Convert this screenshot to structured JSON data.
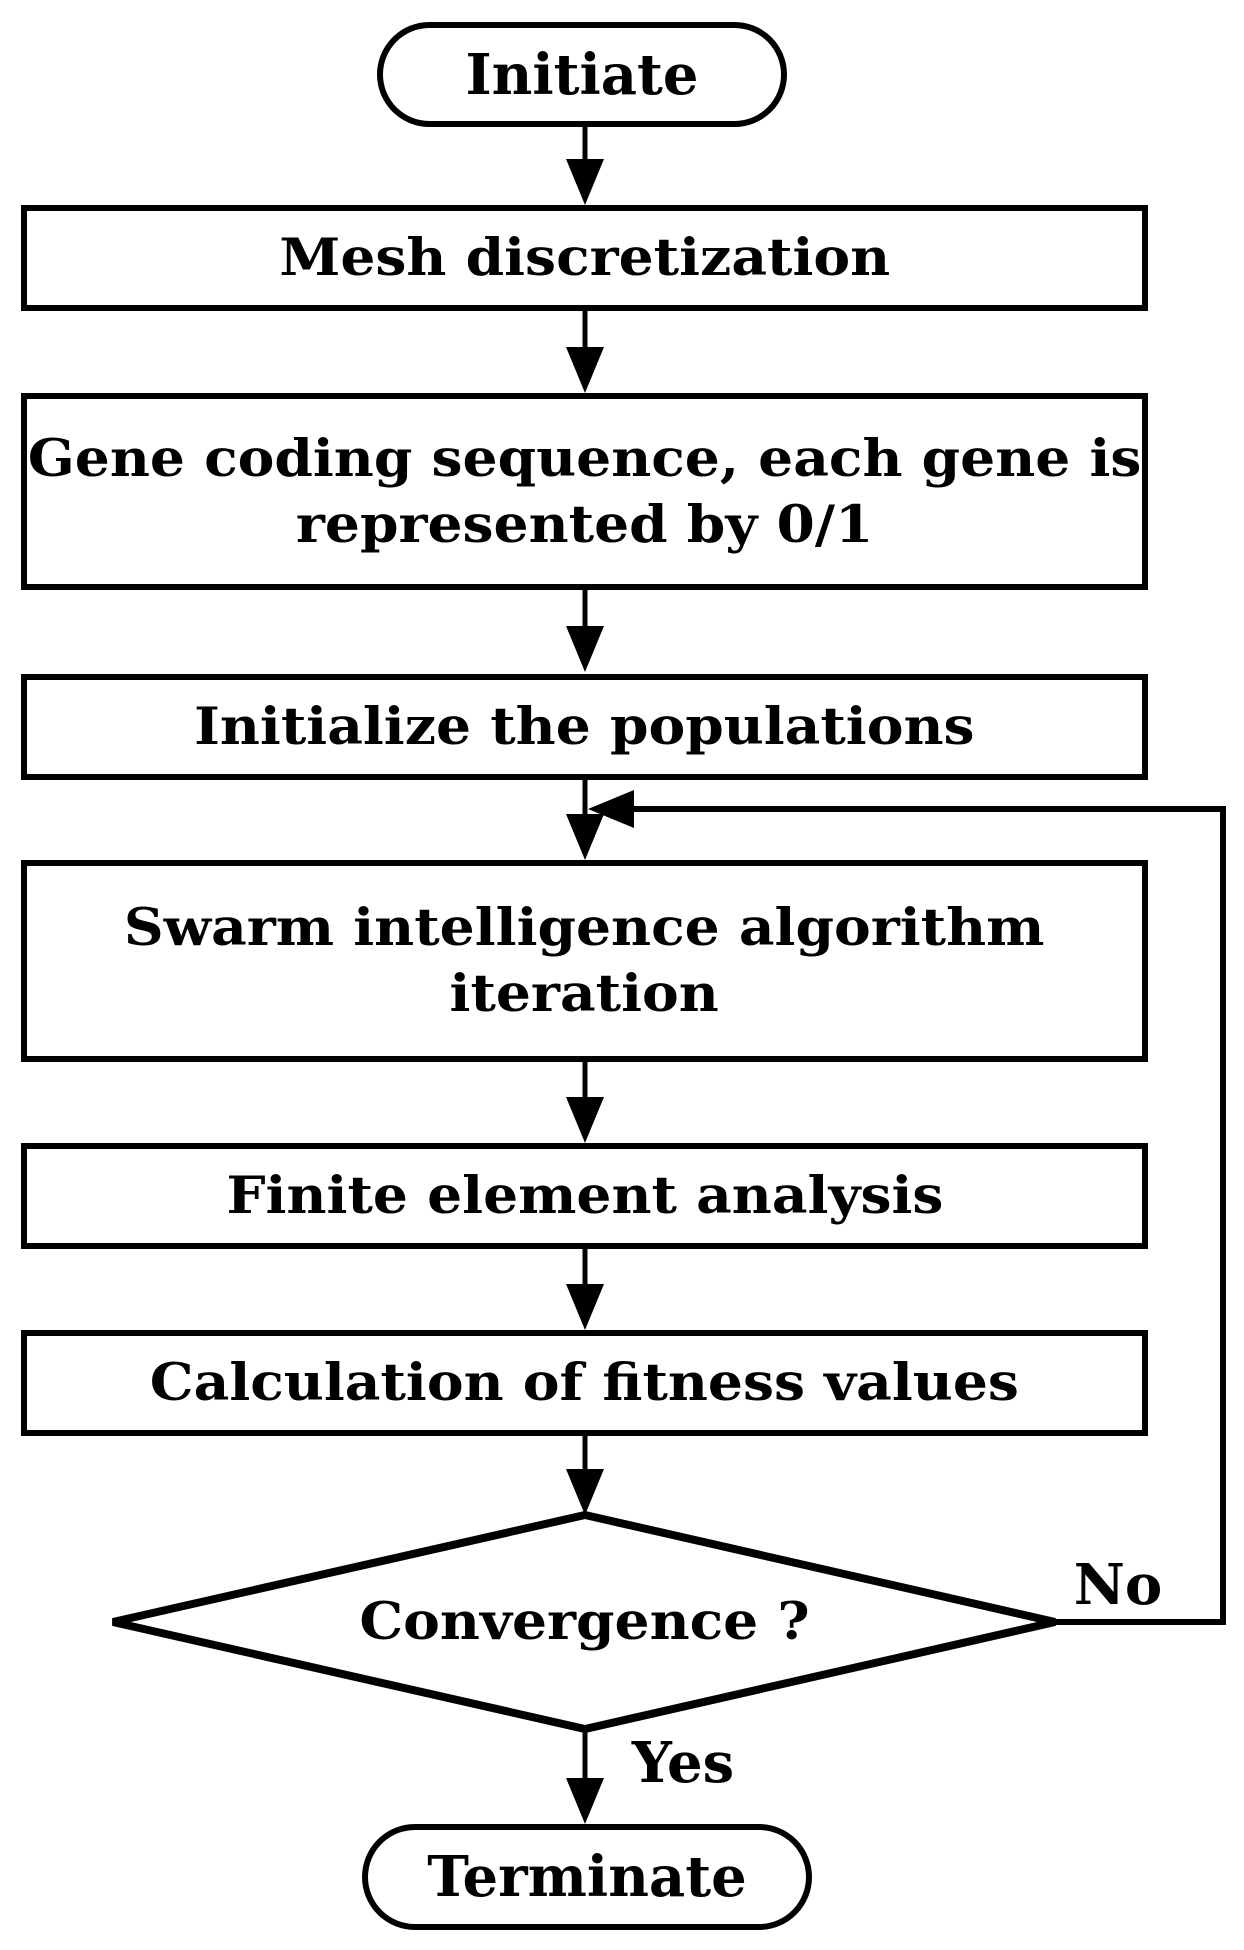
{
  "figure": {
    "type": "flowchart",
    "background_color": "#ffffff",
    "line_color": "#000000",
    "nodes": {
      "initiate": {
        "type": "terminator",
        "label": "Initiate"
      },
      "mesh": {
        "type": "process",
        "label": "Mesh discretization"
      },
      "gene_coding": {
        "type": "process",
        "label": "Gene coding sequence, each gene is\nrepresented by 0/1"
      },
      "init_populations": {
        "type": "process",
        "label": "Initialize the populations"
      },
      "swarm_iteration": {
        "type": "process",
        "label": "Swarm intelligence algorithm\niteration"
      },
      "finite_element": {
        "type": "process",
        "label": "Finite element analysis"
      },
      "fitness": {
        "type": "process",
        "label": "Calculation of fitness values"
      },
      "convergence": {
        "type": "decision",
        "label": "Convergence ?"
      },
      "terminate": {
        "type": "terminator",
        "label": "Terminate"
      }
    },
    "edge_labels": {
      "no": "No",
      "yes": "Yes"
    }
  }
}
